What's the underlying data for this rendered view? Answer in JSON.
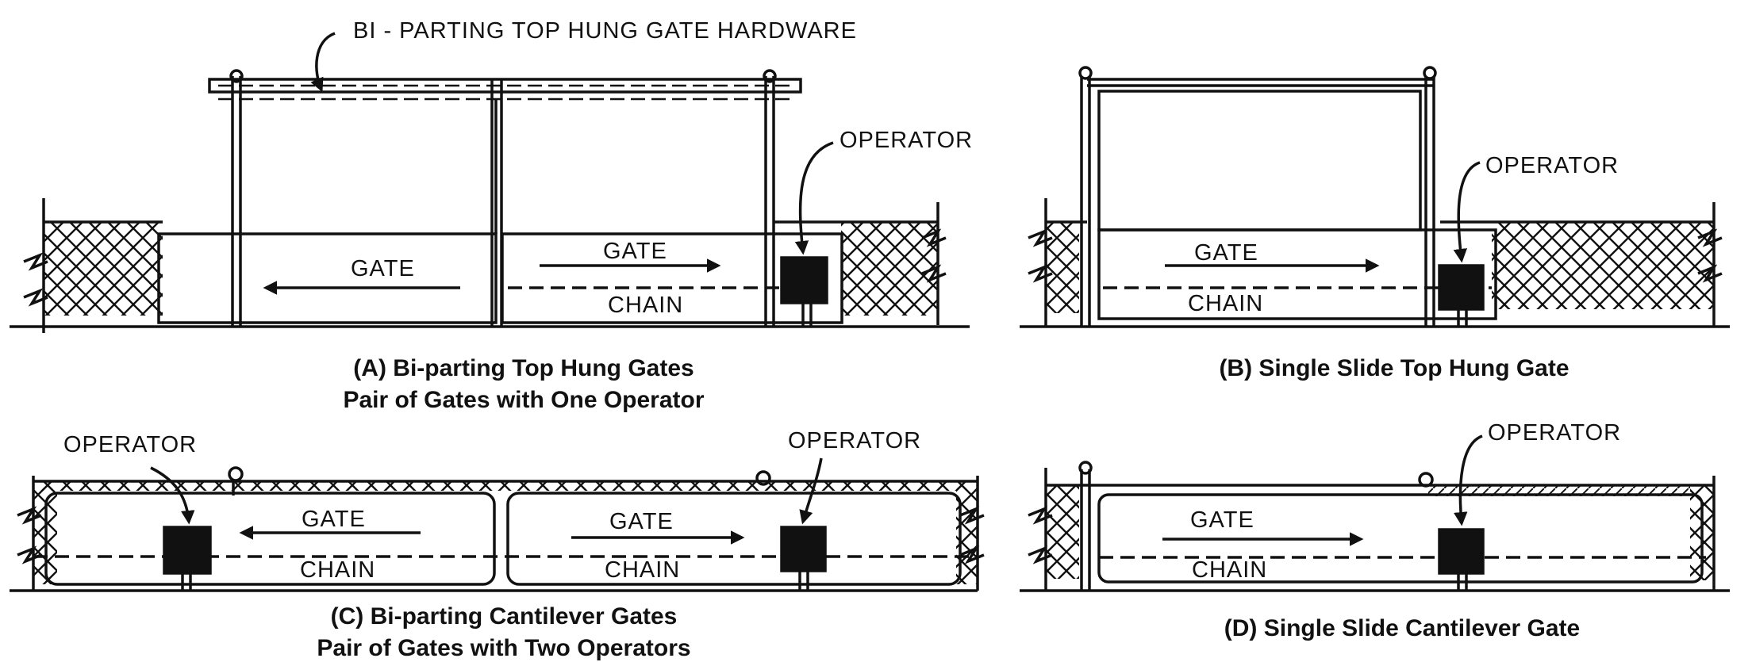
{
  "panels": {
    "a": {
      "hardware_label": "BI - PARTING TOP HUNG GATE HARDWARE",
      "operator_label": "OPERATOR",
      "left_gate_label": "GATE",
      "right_gate_label": "GATE",
      "chain_label": "CHAIN",
      "caption_line1": "(A) Bi-parting Top Hung Gates",
      "caption_line2": "Pair of Gates with One Operator"
    },
    "b": {
      "operator_label": "OPERATOR",
      "gate_label": "GATE",
      "chain_label": "CHAIN",
      "caption_line1": "(B) Single Slide Top Hung Gate"
    },
    "c": {
      "left_operator_label": "OPERATOR",
      "right_operator_label": "OPERATOR",
      "left_gate_label": "GATE",
      "left_chain_label": "CHAIN",
      "right_gate_label": "GATE",
      "right_chain_label": "CHAIN",
      "caption_line1": "(C) Bi-parting Cantilever Gates",
      "caption_line2": "Pair of Gates with Two Operators"
    },
    "d": {
      "operator_label": "OPERATOR",
      "gate_label": "GATE",
      "chain_label": "CHAIN",
      "caption_line1": "(D) Single Slide Cantilever Gate"
    }
  },
  "colors": {
    "ink": "#111111",
    "paper": "#ffffff"
  }
}
